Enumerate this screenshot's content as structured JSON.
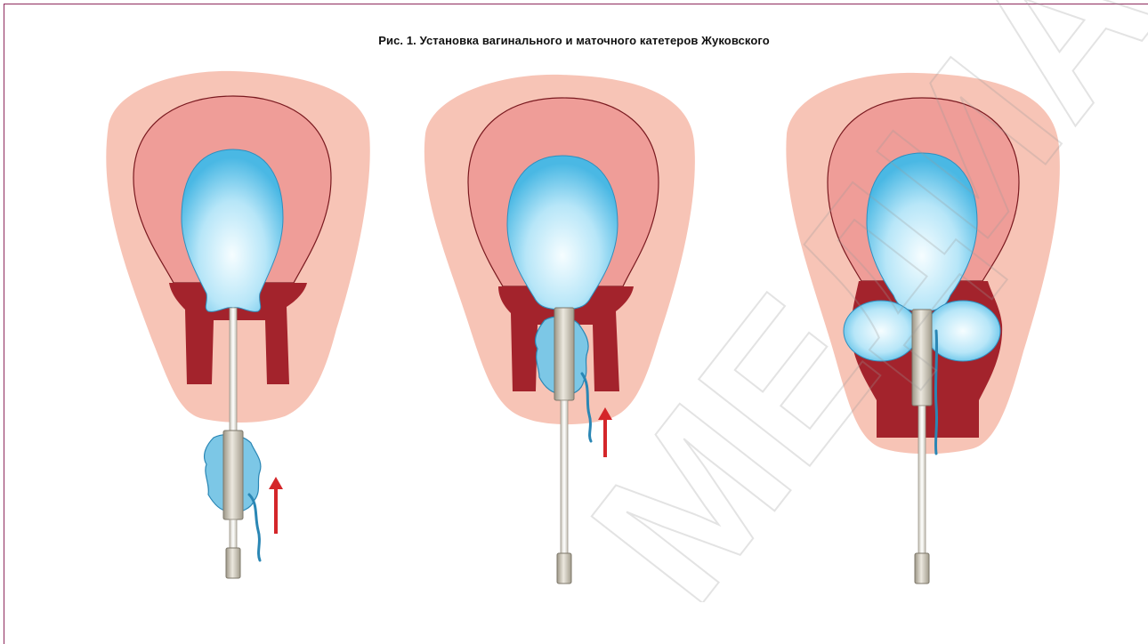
{
  "figure": {
    "caption": "Рис. 1. Установка вагинального и маточного катетеров Жуковского"
  },
  "watermark": {
    "text": "МЕДИА"
  },
  "colors": {
    "frame": "#8e2a5c",
    "tissue_outer": "#f7c4b6",
    "tissue_mid": "#ef9d98",
    "muscle": "#a3232c",
    "balloon_light": "#f4fcff",
    "balloon_dark": "#4ab8e4",
    "tube_metal": "#c9c3b4",
    "arrow": "#d4262a"
  },
  "panels": [
    {
      "id": "stage-1",
      "stage": "balloon-in-uterus-vaginal-catheter-collapsed"
    },
    {
      "id": "stage-2",
      "stage": "vaginal-catheter-advanced"
    },
    {
      "id": "stage-3",
      "stage": "vaginal-balloon-inflated"
    }
  ]
}
